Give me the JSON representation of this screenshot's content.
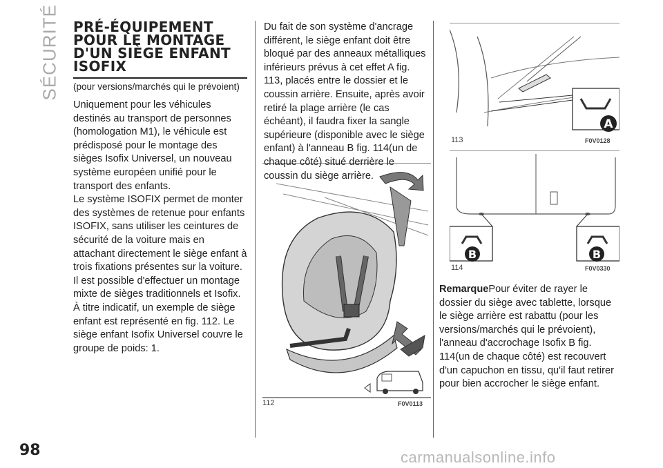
{
  "sidebar": {
    "section_label": "SÉCURITÉ"
  },
  "page": {
    "number": "98"
  },
  "column1": {
    "heading": "PRÉ-ÉQUIPEMENT POUR LE MONTAGE D'UN SIÈGE ENFANT ISOFIX",
    "subnote": "(pour versions/marchés qui le prévoient)",
    "paragraphs": [
      "Uniquement pour les véhicules destinés au transport de personnes (homologation M1), le véhicule est prédisposé pour le montage des sièges Isofix Universel, un nouveau système européen unifié pour le transport des enfants.",
      "Le système ISOFIX permet de monter des systèmes de retenue pour enfants ISOFIX, sans utiliser les ceintures de sécurité de la voiture mais en attachant directement le siège enfant à trois fixations présentes sur la voiture.",
      "Il est possible d'effectuer un montage mixte de sièges traditionnels et Isofix. À titre indicatif, un exemple de siège enfant est représenté en fig. 112. Le siège enfant Isofix Universel couvre le groupe de poids: 1."
    ]
  },
  "column2": {
    "paragraph": "Du fait de son système d'ancrage différent, le siège enfant doit être bloqué par des anneaux métalliques inférieurs prévus à cet effet A fig. 113, placés entre le dossier et le coussin arrière. Ensuite, après avoir retiré la plage arrière (le cas échéant), il faudra fixer la sangle supérieure (disponible avec le siège enfant) à l'anneau B fig. 114(un de chaque côté) situé derrière le coussin du siège arrière."
  },
  "figures": {
    "fig112": {
      "number": "112",
      "code": "F0V0113"
    },
    "fig113": {
      "number": "113",
      "code": "F0V0128",
      "callout": "A"
    },
    "fig114": {
      "number": "114",
      "code": "F0V0330",
      "callout_left": "B",
      "callout_right": "B"
    }
  },
  "column3": {
    "remarque_label": "Remarque",
    "remarque_text": "Pour éviter de rayer le dossier du siège avec tablette, lorsque le siège arrière est rabattu (pour les versions/marchés qui le prévoient), l'anneau d'accrochage Isofix B fig. 114(un de chaque côté) est recouvert d'un capuchon en tissu, qu'il faut retirer pour bien accrocher le siège enfant."
  },
  "watermark": "carmanualsonline.info"
}
